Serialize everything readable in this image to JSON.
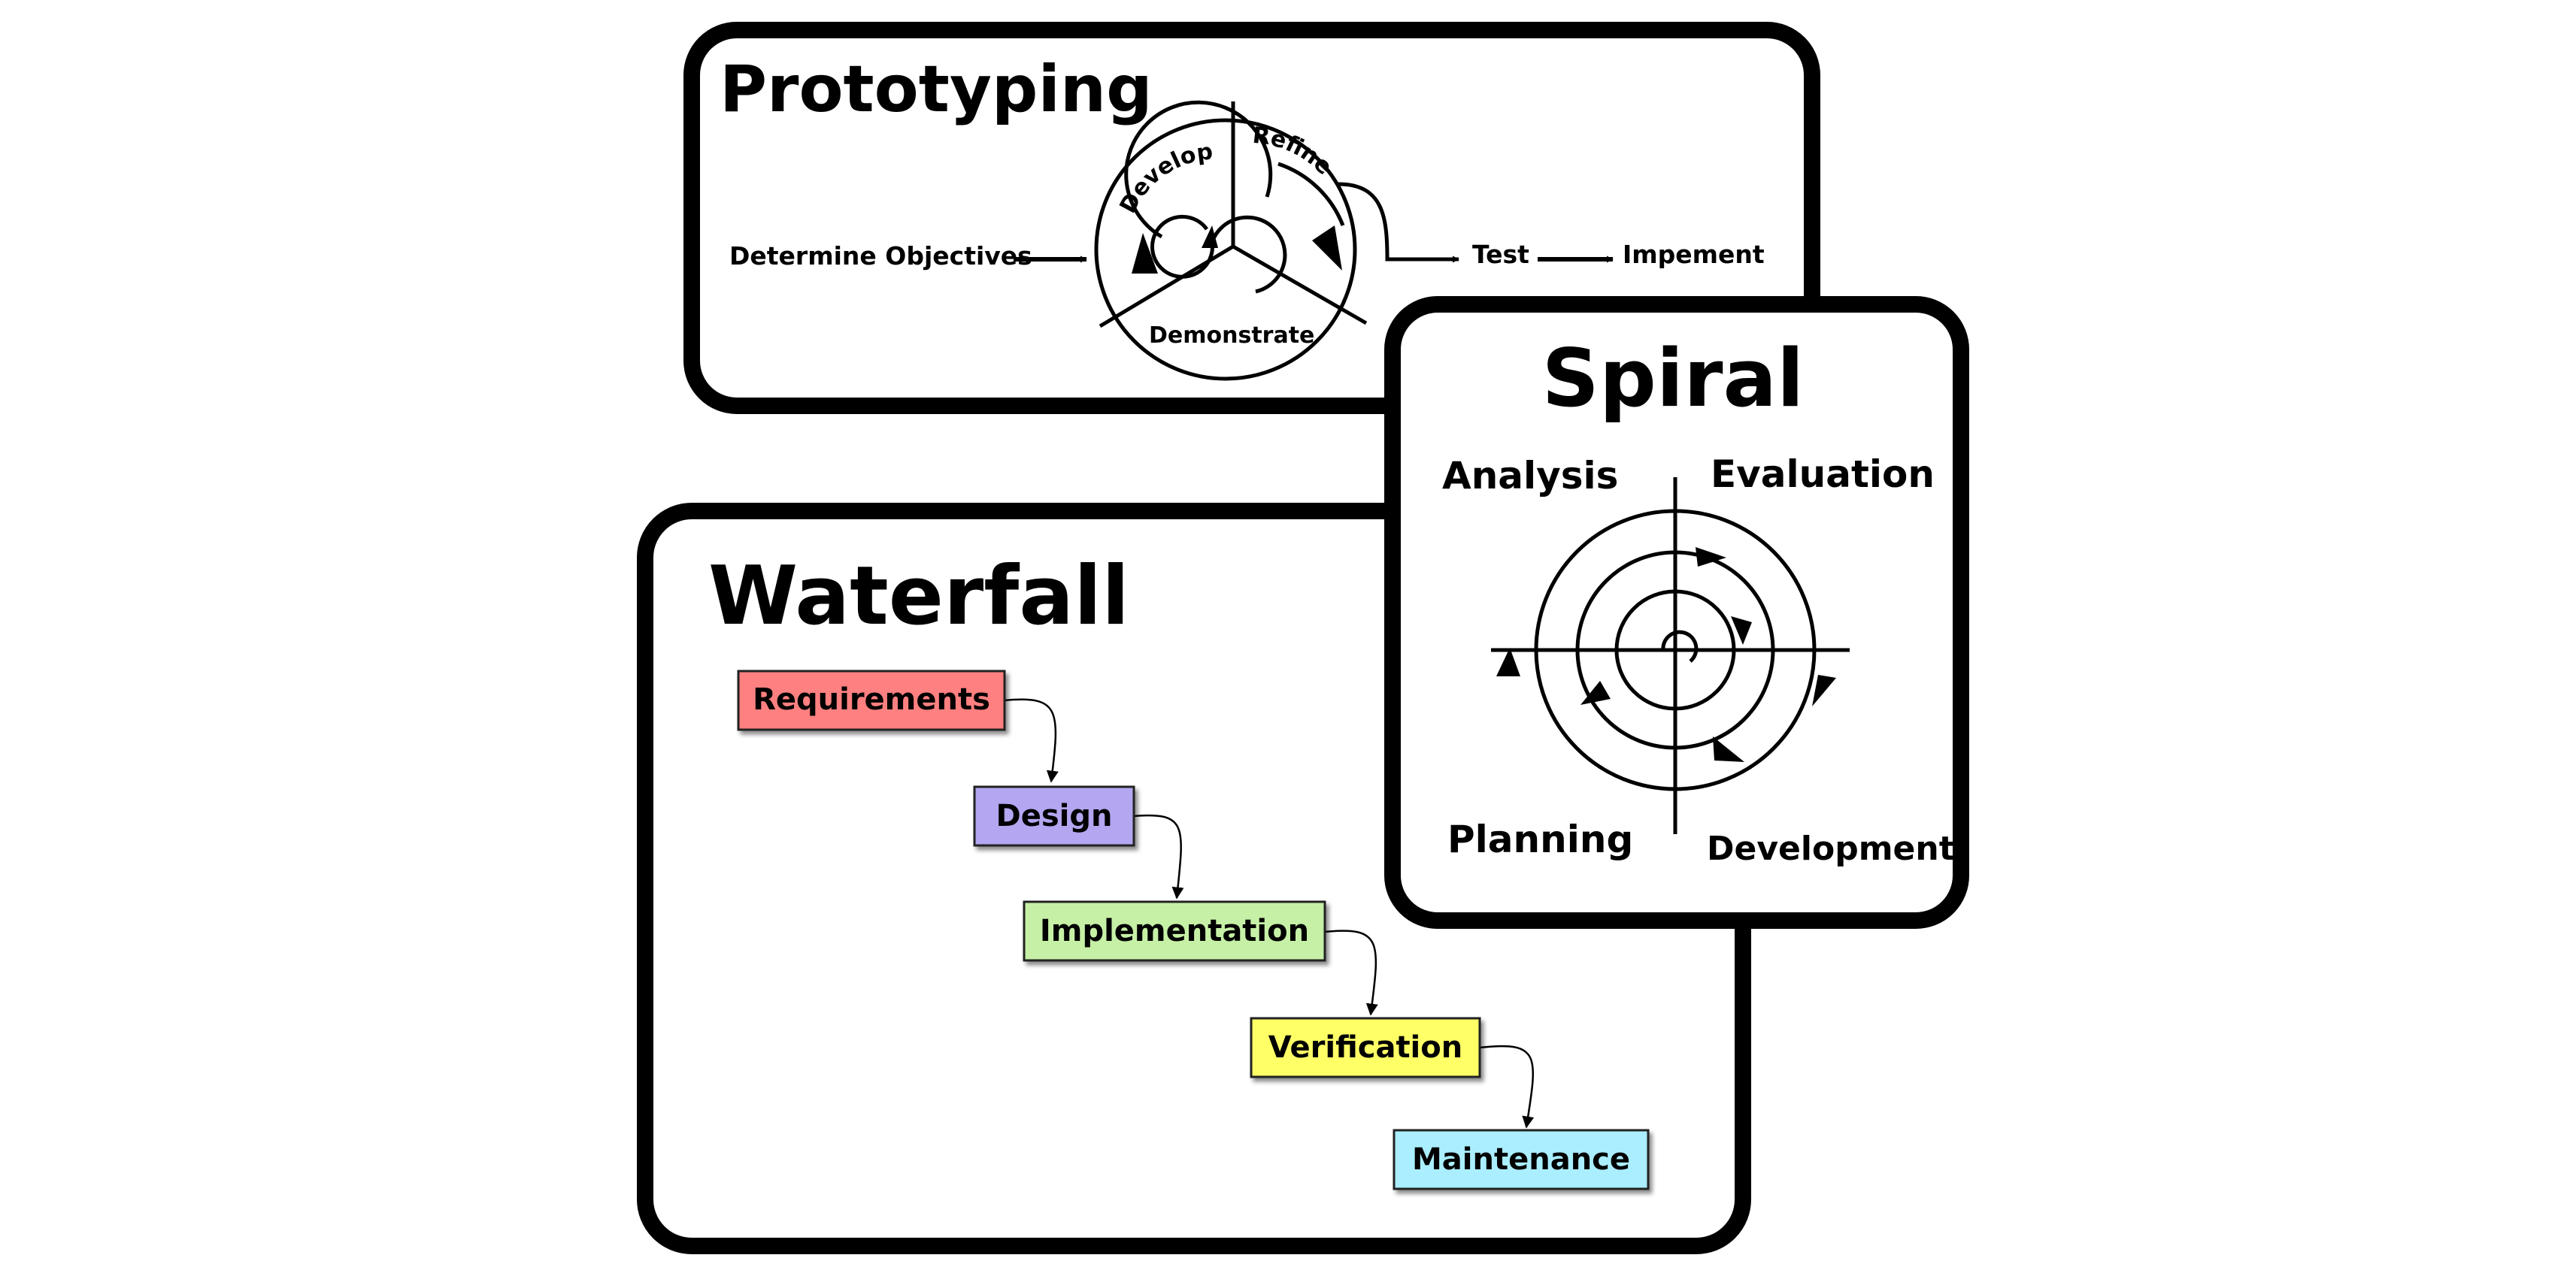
{
  "prototyping": {
    "title": "Prototyping",
    "steps": {
      "objectives": "Determine Objectives",
      "develop": "Develop",
      "refine": "Refine",
      "demonstrate": "Demonstrate",
      "test": "Test",
      "implement": "Impement"
    }
  },
  "waterfall": {
    "title": "Waterfall",
    "stages": [
      {
        "label": "Requirements",
        "color": "#ff8080"
      },
      {
        "label": "Design",
        "color": "#b4a6f0"
      },
      {
        "label": "Implementation",
        "color": "#c6f0a6"
      },
      {
        "label": "Verification",
        "color": "#ffff66"
      },
      {
        "label": "Maintenance",
        "color": "#aaeeff"
      }
    ]
  },
  "spiral": {
    "title": "Spiral",
    "quadrants": {
      "analysis": "Analysis",
      "evaluation": "Evaluation",
      "planning": "Planning",
      "development": "Development"
    }
  }
}
